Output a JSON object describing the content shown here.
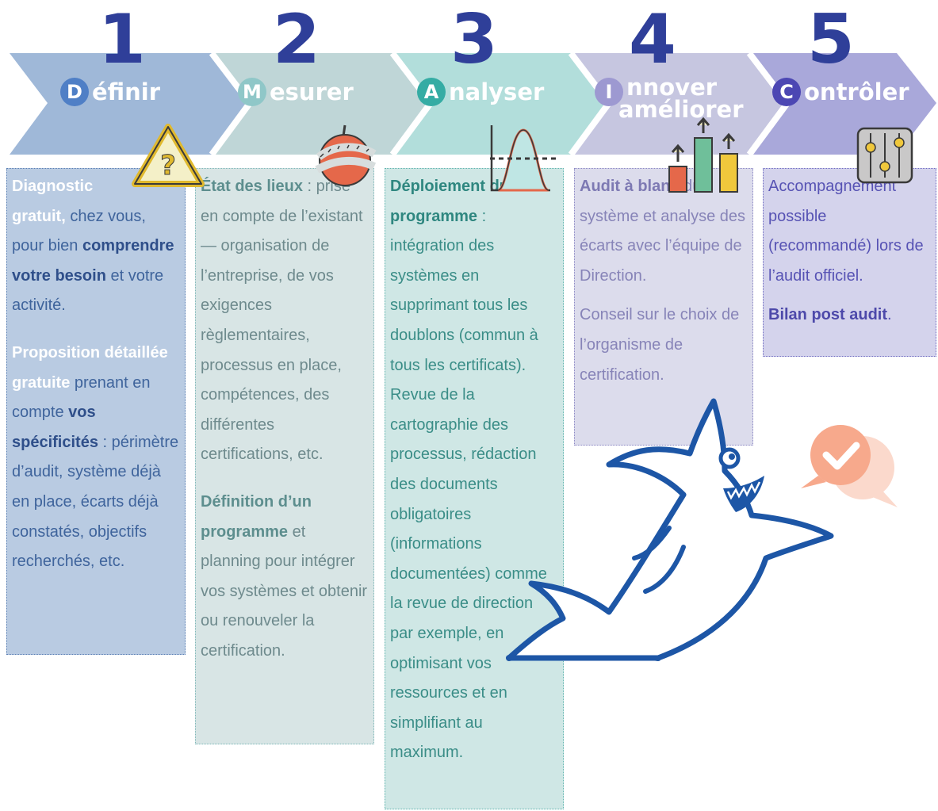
{
  "steps": [
    {
      "number": "1",
      "letter": "D",
      "rest": "éfinir",
      "colors": {
        "arrow": "#9fb8d8",
        "badge": "#4f7fc6",
        "card_bg": "#b9cbe2",
        "card_border": "#5a7fb3",
        "text": "#3f649c",
        "strong": "#ffffff"
      }
    },
    {
      "number": "2",
      "letter": "M",
      "rest": "esurer",
      "colors": {
        "arrow": "#bfd6d7",
        "badge": "#8fc7c8",
        "card_bg": "#d8e5e5",
        "card_border": "#7fb8b9",
        "text": "#6e8a8d",
        "strong": "#5d8e8e"
      }
    },
    {
      "number": "3",
      "letter": "A",
      "rest": "nalyser",
      "colors": {
        "arrow": "#b2dedb",
        "badge": "#35aca4",
        "card_bg": "#cfe7e5",
        "card_border": "#5fb4ae",
        "text": "#3a8d87",
        "strong": "#2f8780"
      }
    },
    {
      "number": "4",
      "letter": "I",
      "rest_line1": "nnover",
      "rest_line2": "améliorer",
      "colors": {
        "arrow": "#c6c6e0",
        "badge": "#9d99d1",
        "card_bg": "#dcdcec",
        "card_border": "#8c88c4",
        "text": "#8784b8",
        "strong": "#7d79b3"
      }
    },
    {
      "number": "5",
      "letter": "C",
      "rest": "ontrôler",
      "colors": {
        "arrow": "#a9a8da",
        "badge": "#4c47b3",
        "card_bg": "#d4d3ec",
        "card_border": "#6f6bc1",
        "text": "#5753b4",
        "strong": "#4d49aa"
      }
    }
  ],
  "cards": {
    "c1": {
      "p1": {
        "b1": "Diagnostic",
        "b2": "gratuit,",
        "t1": " chez vous, pour bien ",
        "b3": "comprendre votre besoin",
        "t2": " et votre activité."
      },
      "p2": {
        "b1": "Proposition détaillée gratuite",
        "t1": " prenant en compte ",
        "b2": "vos spécificités",
        "t2": " : périmètre d’audit, système déjà en place, écarts déjà constatés, objectifs recherchés, etc."
      }
    },
    "c2": {
      "p1": {
        "b1": "État des lieux",
        "t1": " : prise en compte de l’existant — organisation de l’entreprise, de vos exigences règlementaires, processus en place, compétences, des différentes certifications, etc."
      },
      "p2": {
        "b1": "Définition d’un programme",
        "t1": " et planning pour intégrer vos systèmes et obtenir ou renouveler la certification."
      }
    },
    "c3": {
      "p1": {
        "b1": "Déploiement du programme",
        "t1": " : intégration des systèmes en supprimant tous les doublons (commun à tous les certificats). Revue de la cartographie des processus, rédaction des documents obligatoires (informations documentées) comme la revue de direction par exemple, en optimisant vos ressources et en simplifiant au maximum."
      }
    },
    "c4": {
      "p1": {
        "b1": "Audit à blanc",
        "t1": " du système et analyse des écarts avec l’équipe de Direction."
      },
      "p2": {
        "t1": "Conseil sur le choix de l’organisme de certification."
      }
    },
    "c5": {
      "p1": {
        "t1": "Accompagnement possible (recommandé) lors de l’audit officiel."
      },
      "p2": {
        "b1": "Bilan post audit",
        "t1": "."
      }
    }
  },
  "icons": [
    "warning-question-icon",
    "apple-measuring-tape-icon",
    "bell-curve-icon",
    "bar-chart-arrows-icon",
    "control-sliders-icon",
    "shark-mascot-icon",
    "check-speech-bubble-icon"
  ]
}
